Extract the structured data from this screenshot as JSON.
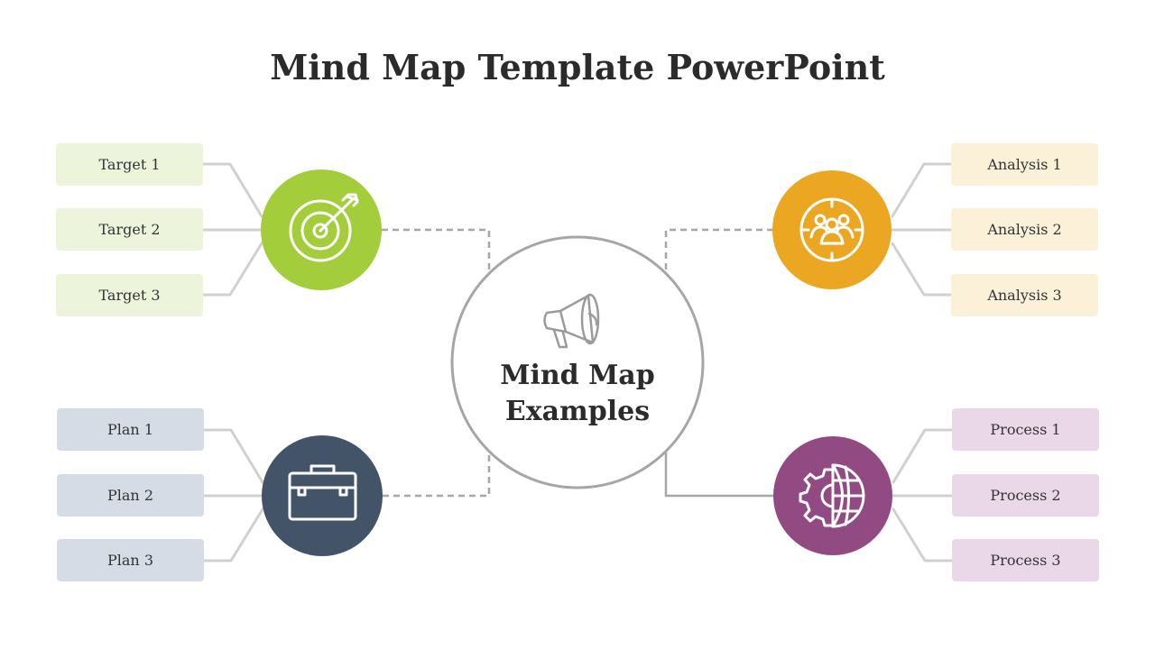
{
  "title": "Mind Map Template PowerPoint",
  "center": {
    "line1": "Mind Map",
    "line2": "Examples",
    "icon": "megaphone-icon"
  },
  "branches": {
    "target": {
      "color": "#a3cd3a",
      "box_color": "#ecf4dc",
      "icon": "target-icon",
      "items": [
        "Target 1",
        "Target 2",
        "Target 3"
      ]
    },
    "analysis": {
      "color": "#eba622",
      "box_color": "#fbf0d8",
      "icon": "team-focus-icon",
      "items": [
        "Analysis 1",
        "Analysis 2",
        "Analysis 3"
      ]
    },
    "plan": {
      "color": "#435368",
      "box_color": "#d6dce5",
      "icon": "briefcase-icon",
      "items": [
        "Plan 1",
        "Plan 2",
        "Plan 3"
      ]
    },
    "process": {
      "color": "#924a82",
      "box_color": "#ead7e8",
      "icon": "gear-globe-icon",
      "items": [
        "Process 1",
        "Process 2",
        "Process 3"
      ]
    }
  }
}
